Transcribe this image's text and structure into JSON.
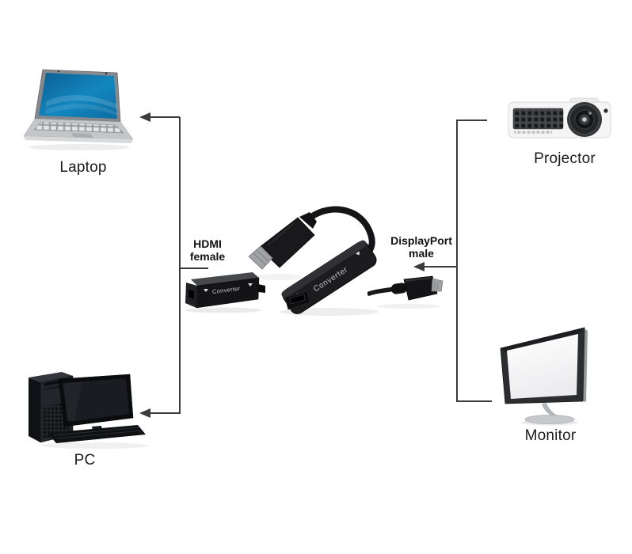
{
  "devices": {
    "laptop": {
      "label": "Laptop"
    },
    "projector": {
      "label": "Projector"
    },
    "pc": {
      "label": "PC"
    },
    "monitor": {
      "label": "Monitor"
    }
  },
  "connections": {
    "hdmi": {
      "line1": "HDMI",
      "line2": "female"
    },
    "displayport": {
      "line1": "DisplayPort",
      "line2": "male"
    }
  },
  "adapter": {
    "print": "Converter"
  },
  "colors": {
    "line": "#3a3a3a",
    "label_text": "#1b1b1b",
    "laptop_screen_blue": "#1173a9",
    "adapter_black": "#161618",
    "connector_silver": "#a6a6a8"
  }
}
